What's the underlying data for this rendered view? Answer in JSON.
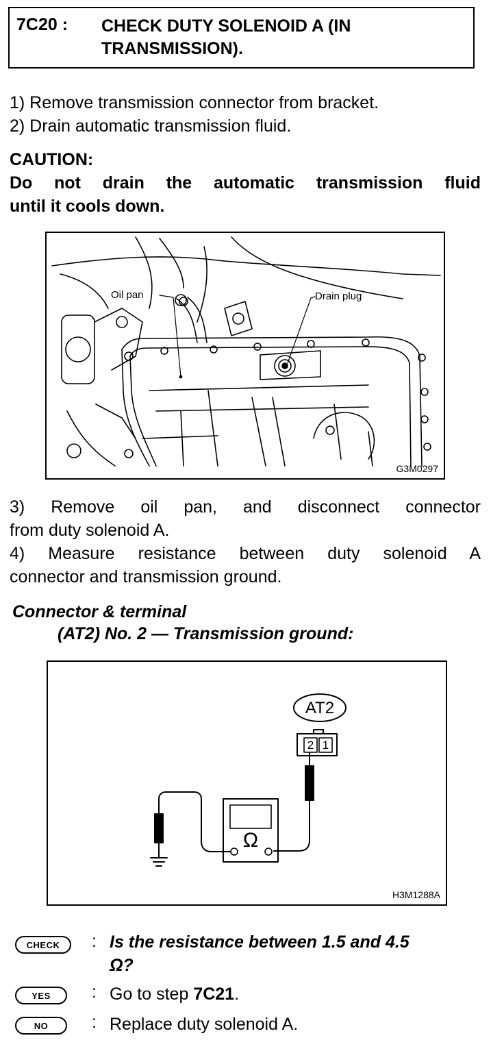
{
  "step": {
    "id": "7C20 :",
    "title": "CHECK DUTY SOLENOID A (IN TRANSMISSION)."
  },
  "instructions": {
    "s1": "1)  Remove transmission connector from bracket.",
    "s2": "2)  Drain automatic transmission fluid.",
    "caution_heading": "CAUTION:",
    "caution_line1": "Do not drain the automatic transmission fluid",
    "caution_line2": "until it cools down.",
    "s3_line1": "3)  Remove oil pan, and disconnect connector",
    "s3_line2": "from duty solenoid A.",
    "s4_line1": "4)  Measure resistance between duty solenoid A",
    "s4_line2": "connector and transmission ground."
  },
  "figure1": {
    "label_oil_pan": "Oil pan",
    "label_drain_plug": "Drain plug",
    "code": "G3M0297"
  },
  "terminal_spec": {
    "line1": "Connector & terminal",
    "line2": "(AT2) No. 2 — Transmission ground:"
  },
  "figure2": {
    "connector_name": "AT2",
    "pin2": "2",
    "pin1": "1",
    "meter_symbol": "Ω",
    "code": "H3M1288A"
  },
  "decision": {
    "check_badge": "CHECK",
    "question_line1": "Is the resistance between 1.5 and 4.5",
    "question_line2": "Ω?",
    "yes_badge": "YES",
    "yes_text": "Go to step",
    "yes_step": "7C21",
    "no_badge": "NO",
    "no_text": "Replace duty solenoid A.",
    "separator": ":"
  }
}
